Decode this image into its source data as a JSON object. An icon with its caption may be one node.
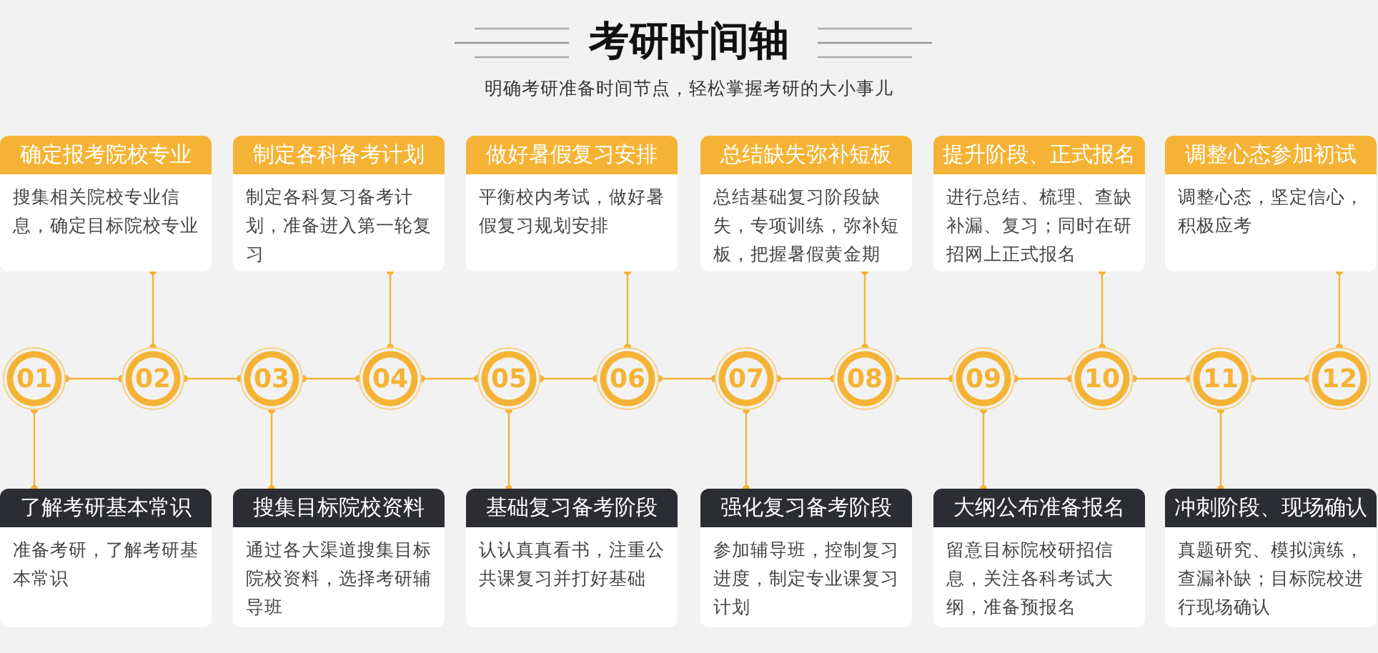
{
  "diagram": {
    "title": "考研时间轴",
    "nodes": [
      {
        "text": [
          "确定报考院校专业",
          "搜集相关院校专业信息，确定目标院校专业"
        ]
      },
      {
        "text": [
          "制定各科备考计划",
          "制定各科复习备考计划，准备进入第一轮复习"
        ]
      },
      {
        "text": [
          "做好暑假复习安排",
          "平衡校内考试，做好暑假复习规划安排"
        ]
      },
      {
        "text": [
          "总结缺失弥补短板",
          "总结基础复习阶段缺失，专项训练，弥补短板，把握暑假黄金期"
        ]
      },
      {
        "text": [
          "提升阶段、正式报名",
          "进行总结、梳理、查缺补漏、复习；同时在研招网上正式报名"
        ]
      },
      {
        "text": [
          "调整心态参加初试",
          "调整心态，坚定信心，积极应考"
        ]
      },
      {
        "text": [
          "01"
        ]
      },
      {
        "text": [
          "02"
        ]
      },
      {
        "text": [
          "03"
        ]
      },
      {
        "text": [
          "04"
        ]
      },
      {
        "text": [
          "05"
        ]
      },
      {
        "text": [
          "06"
        ]
      },
      {
        "text": [
          "07"
        ]
      },
      {
        "text": [
          "08"
        ]
      },
      {
        "text": [
          "09"
        ]
      },
      {
        "text": [
          "10"
        ]
      },
      {
        "text": [
          "11"
        ]
      },
      {
        "text": [
          "12"
        ]
      },
      {
        "text": [
          "了解考研基本常识",
          "准备考研，了解考研基本常识"
        ]
      },
      {
        "text": [
          "搜集目标院校资料",
          "通过各大渠道搜集目标院校资料，选择考研辅导班"
        ]
      },
      {
        "text": [
          "基础复习备考阶段",
          "认认真真看书，注重公共课复习并打好基础"
        ]
      },
      {
        "text": [
          "强化复习备考阶段",
          "参加辅导班，控制复习进度，制定专业课复习计划"
        ]
      },
      {
        "text": [
          "大纲公布准备报名",
          "留意目标院校研招信息，关注各科考试大纲，准备预报名"
        ]
      },
      {
        "text": [
          "冲刺阶段、现场确认",
          "真题研究、模拟演练，查漏补缺；目标院校进行现场确认"
        ]
      }
    ],
    "edges": [
      {
        "from": 6,
        "to": 7,
        "arrow": "other"
      },
      {
        "from": 7,
        "to": 8,
        "arrow": "other"
      },
      {
        "from": 8,
        "to": 9,
        "arrow": "other"
      },
      {
        "from": 9,
        "to": 10,
        "arrow": "other"
      },
      {
        "from": 10,
        "to": 11,
        "arrow": "other"
      },
      {
        "from": 11,
        "to": 12,
        "arrow": "other"
      },
      {
        "from": 12,
        "to": 13,
        "arrow": "other"
      },
      {
        "from": 13,
        "to": 14,
        "arrow": "other"
      },
      {
        "from": 14,
        "to": 15,
        "arrow": "other"
      },
      {
        "from": 15,
        "to": 16,
        "arrow": "other"
      },
      {
        "from": 16,
        "to": 17,
        "arrow": "other"
      },
      {
        "from": 6,
        "to": 18,
        "arrow": "other"
      },
      {
        "from": 7,
        "to": 0,
        "arrow": "other"
      },
      {
        "from": 8,
        "to": 19,
        "arrow": "other"
      },
      {
        "from": 9,
        "to": 1,
        "arrow": "other"
      },
      {
        "from": 10,
        "to": 20,
        "arrow": "other"
      },
      {
        "from": 11,
        "to": 2,
        "arrow": "other"
      },
      {
        "from": 12,
        "to": 21,
        "arrow": "other"
      },
      {
        "from": 13,
        "to": 3,
        "arrow": "other"
      },
      {
        "from": 14,
        "to": 22,
        "arrow": "other"
      },
      {
        "from": 15,
        "to": 4,
        "arrow": "other"
      },
      {
        "from": 16,
        "to": 23,
        "arrow": "other"
      },
      {
        "from": 17,
        "to": 5,
        "arrow": "other"
      }
    ],
    "labels": [
      "明确考研准备时间节点，轻松掌握考研的大小事儿"
    ]
  }
}
